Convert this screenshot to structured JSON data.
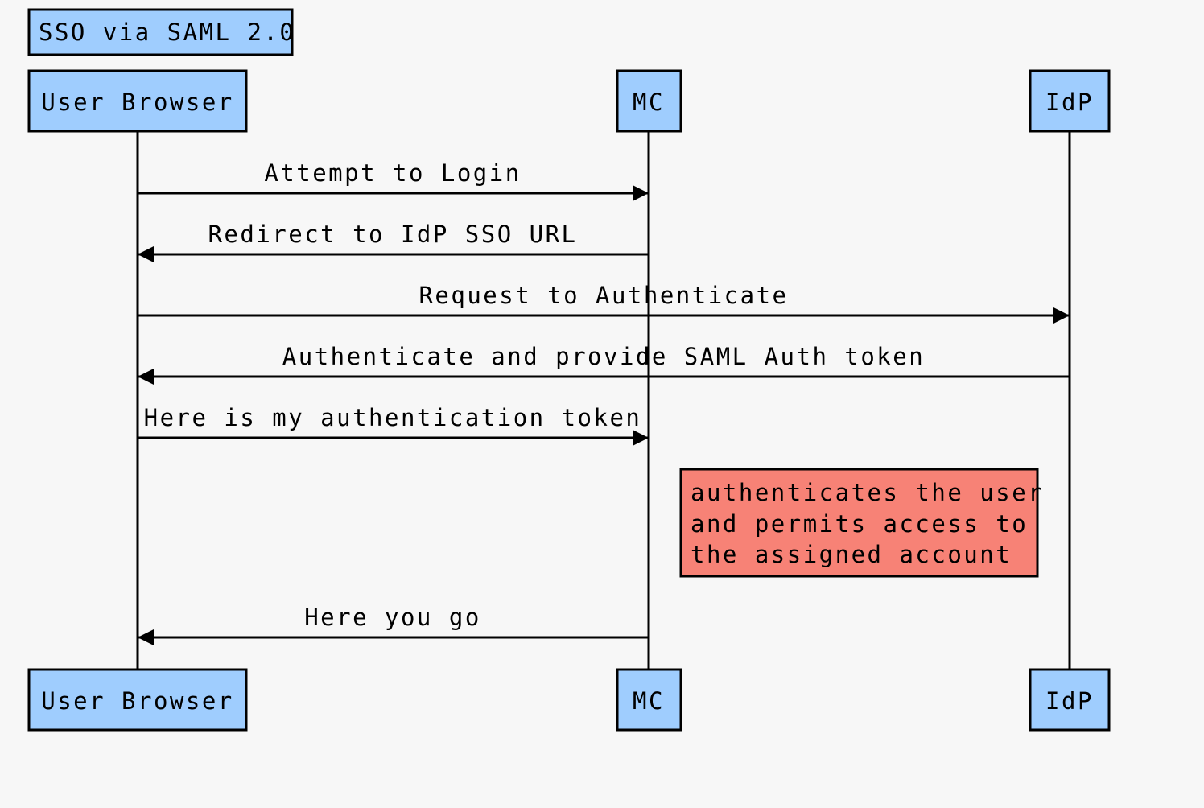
{
  "title": "SSO via SAML 2.0",
  "participants": [
    {
      "id": "browser",
      "label": "User Browser"
    },
    {
      "id": "mc",
      "label": "MC"
    },
    {
      "id": "idp",
      "label": "IdP"
    }
  ],
  "messages": [
    {
      "from": "browser",
      "to": "mc",
      "label": "Attempt to Login"
    },
    {
      "from": "mc",
      "to": "browser",
      "label": "Redirect to IdP SSO URL"
    },
    {
      "from": "browser",
      "to": "idp",
      "label": "Request to Authenticate"
    },
    {
      "from": "idp",
      "to": "browser",
      "label": "Authenticate and provide SAML Auth token"
    },
    {
      "from": "browser",
      "to": "mc",
      "label": "Here is my authentication token"
    },
    {
      "from": "mc",
      "to": "browser",
      "label": "Here you go"
    }
  ],
  "note": {
    "over": "mc",
    "lines": [
      "authenticates the user",
      "and permits access to",
      "the assigned account"
    ]
  },
  "colors": {
    "background": "#f7f7f7",
    "participant_fill": "#9fcdfe",
    "note_fill": "#f78276",
    "stroke": "#000000"
  }
}
